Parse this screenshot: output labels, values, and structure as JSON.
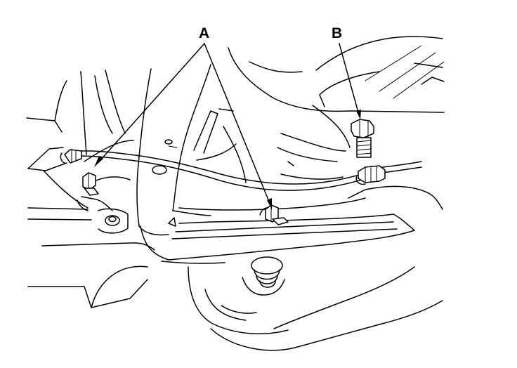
{
  "figure": {
    "callouts": [
      {
        "id": "A",
        "text": "A"
      },
      {
        "id": "B",
        "text": "B"
      }
    ],
    "colors": {
      "line": "#000000",
      "background": "#ffffff"
    }
  }
}
